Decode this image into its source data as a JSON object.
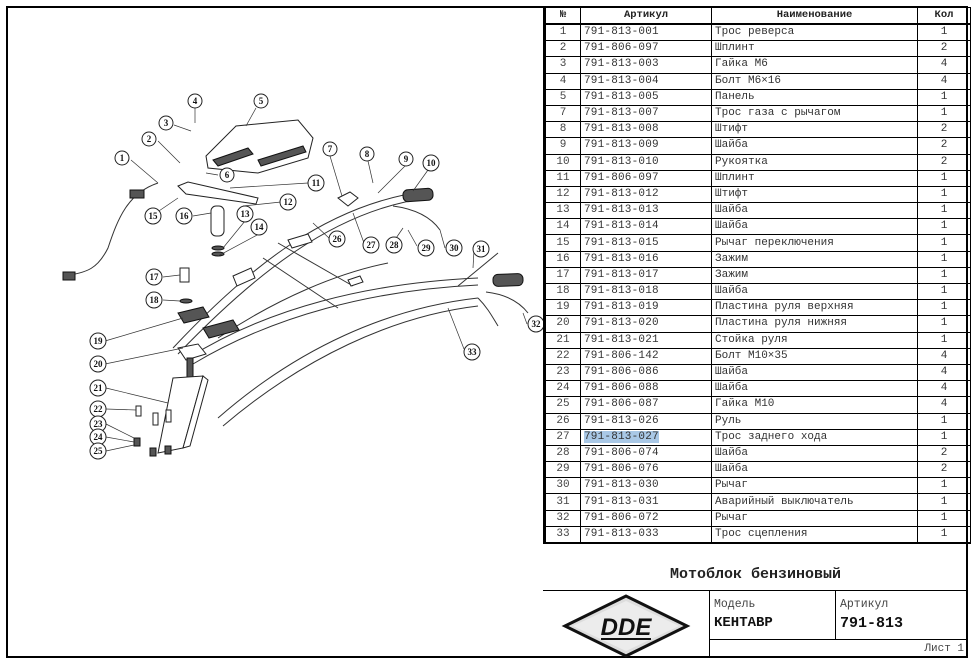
{
  "table": {
    "headers": {
      "num": "№",
      "article": "Артикул",
      "name": "Наименование",
      "qty": "Кол"
    },
    "rows": [
      {
        "num": "1",
        "article": "791-813-001",
        "name": "Трос реверса",
        "qty": "1"
      },
      {
        "num": "2",
        "article": "791-806-097",
        "name": "Шплинт",
        "qty": "2"
      },
      {
        "num": "3",
        "article": "791-813-003",
        "name": "Гайка М6",
        "qty": "4"
      },
      {
        "num": "4",
        "article": "791-813-004",
        "name": "Болт М6×16",
        "qty": "4"
      },
      {
        "num": "5",
        "article": "791-813-005",
        "name": "Панель",
        "qty": "1"
      },
      {
        "num": "7",
        "article": "791-813-007",
        "name": "Трос газа с рычагом",
        "qty": "1"
      },
      {
        "num": "8",
        "article": "791-813-008",
        "name": "Штифт",
        "qty": "2"
      },
      {
        "num": "9",
        "article": "791-813-009",
        "name": "Шайба",
        "qty": "2"
      },
      {
        "num": "10",
        "article": "791-813-010",
        "name": "Рукоятка",
        "qty": "2"
      },
      {
        "num": "11",
        "article": "791-806-097",
        "name": "Шплинт",
        "qty": "1"
      },
      {
        "num": "12",
        "article": "791-813-012",
        "name": "Штифт",
        "qty": "1"
      },
      {
        "num": "13",
        "article": "791-813-013",
        "name": "Шайба",
        "qty": "1"
      },
      {
        "num": "14",
        "article": "791-813-014",
        "name": "Шайба",
        "qty": "1"
      },
      {
        "num": "15",
        "article": "791-813-015",
        "name": "Рычаг переключения",
        "qty": "1"
      },
      {
        "num": "16",
        "article": "791-813-016",
        "name": "Зажим",
        "qty": "1"
      },
      {
        "num": "17",
        "article": "791-813-017",
        "name": "Зажим",
        "qty": "1"
      },
      {
        "num": "18",
        "article": "791-813-018",
        "name": "Шайба",
        "qty": "1"
      },
      {
        "num": "19",
        "article": "791-813-019",
        "name": "Пластина руля верхняя",
        "qty": "1"
      },
      {
        "num": "20",
        "article": "791-813-020",
        "name": "Пластина руля нижняя",
        "qty": "1"
      },
      {
        "num": "21",
        "article": "791-813-021",
        "name": "Стойка руля",
        "qty": "1"
      },
      {
        "num": "22",
        "article": "791-806-142",
        "name": "Болт М10×35",
        "qty": "4"
      },
      {
        "num": "23",
        "article": "791-806-086",
        "name": "Шайба",
        "qty": "4"
      },
      {
        "num": "24",
        "article": "791-806-088",
        "name": "Шайба",
        "qty": "4"
      },
      {
        "num": "25",
        "article": "791-806-087",
        "name": "Гайка М10",
        "qty": "4"
      },
      {
        "num": "26",
        "article": "791-813-026",
        "name": "Руль",
        "qty": "1"
      },
      {
        "num": "27",
        "article": "791-813-027",
        "name": "Трос заднего хода",
        "qty": "1",
        "selected": true
      },
      {
        "num": "28",
        "article": "791-806-074",
        "name": "Шайба",
        "qty": "2"
      },
      {
        "num": "29",
        "article": "791-806-076",
        "name": "Шайба",
        "qty": "2"
      },
      {
        "num": "30",
        "article": "791-813-030",
        "name": "Рычаг",
        "qty": "1"
      },
      {
        "num": "31",
        "article": "791-813-031",
        "name": "Аварийный выключатель",
        "qty": "1"
      },
      {
        "num": "32",
        "article": "791-806-072",
        "name": "Рычаг",
        "qty": "1"
      },
      {
        "num": "33",
        "article": "791-813-033",
        "name": "Трос сцепления",
        "qty": "1"
      }
    ],
    "selection_color": "#a9c8e6"
  },
  "title_block": {
    "product_title": "Мотоблок бензиновый",
    "logo_text": "DDE",
    "model_label": "Модель",
    "model_value": "КЕНТАВР",
    "article_label": "Артикул",
    "article_value": "791-813",
    "sheet": "Лист 1"
  },
  "diagram": {
    "callouts": [
      "1",
      "2",
      "3",
      "4",
      "5",
      "6",
      "7",
      "8",
      "9",
      "10",
      "11",
      "12",
      "13",
      "14",
      "15",
      "16",
      "17",
      "18",
      "19",
      "20",
      "21",
      "22",
      "23",
      "24",
      "25",
      "26",
      "27",
      "28",
      "29",
      "30",
      "31",
      "32",
      "33"
    ]
  }
}
